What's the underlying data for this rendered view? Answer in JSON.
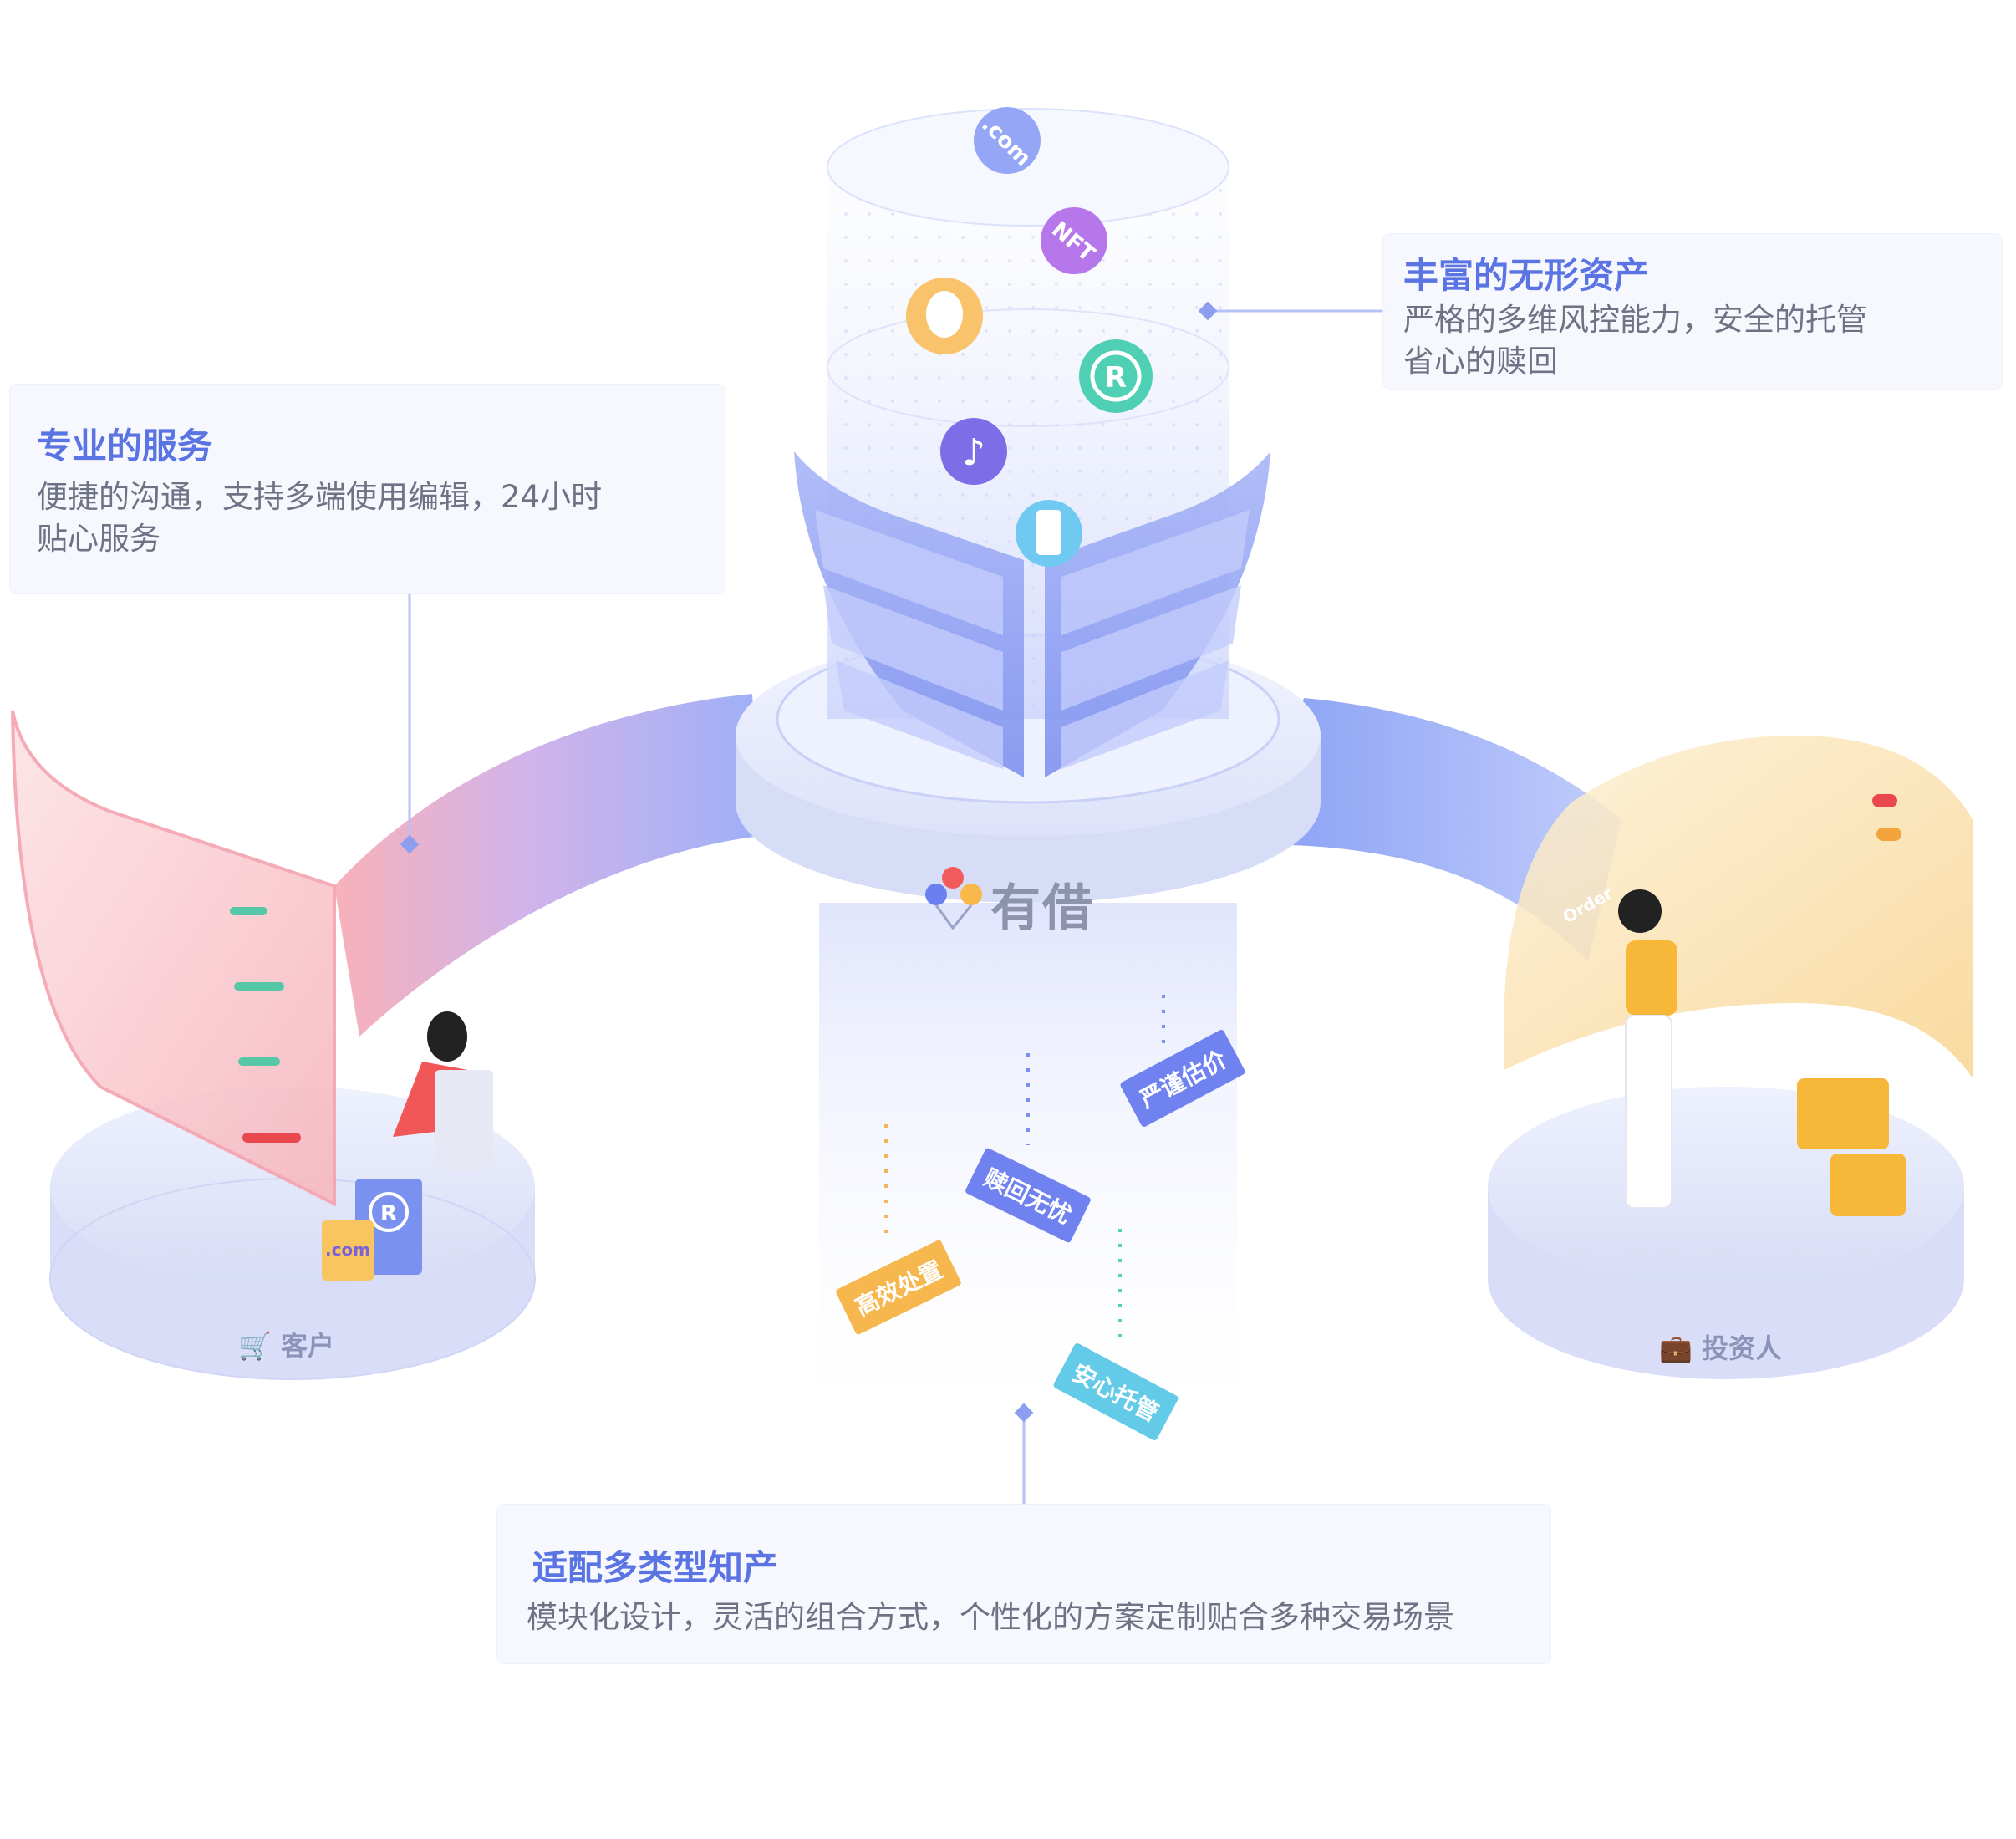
{
  "brand": {
    "name": "有借"
  },
  "callouts": {
    "service": {
      "title": "专业的服务",
      "desc_line1": "便捷的沟通，支持多端使用编辑，24小时",
      "desc_line2": "贴心服务"
    },
    "assets": {
      "title": "丰富的无形资产",
      "desc_line1": "严格的多维风控能力，安全的托管",
      "desc_line2": "省心的赎回"
    },
    "ip": {
      "title": "适配多类型知产",
      "desc_line1": "模块化设计，灵活的组合方式，个性化的方案定制贴合多种交易场景"
    }
  },
  "platforms": {
    "customer": "客户",
    "investor": "投资人"
  },
  "tags": {
    "valuation": "严谨估价",
    "redeem": "赎回无忧",
    "efficient": "高效处置",
    "custody": "安心托管"
  },
  "icons": {
    "com": ".com",
    "nft": "NFT",
    "registered": "R",
    "bag_registered": "R",
    "bag_com": ".com",
    "order": "Order"
  },
  "colors": {
    "accent": "#5b74e4",
    "pink": "#f48b98",
    "gold": "#f7c56a",
    "teal": "#4fd0c0"
  }
}
